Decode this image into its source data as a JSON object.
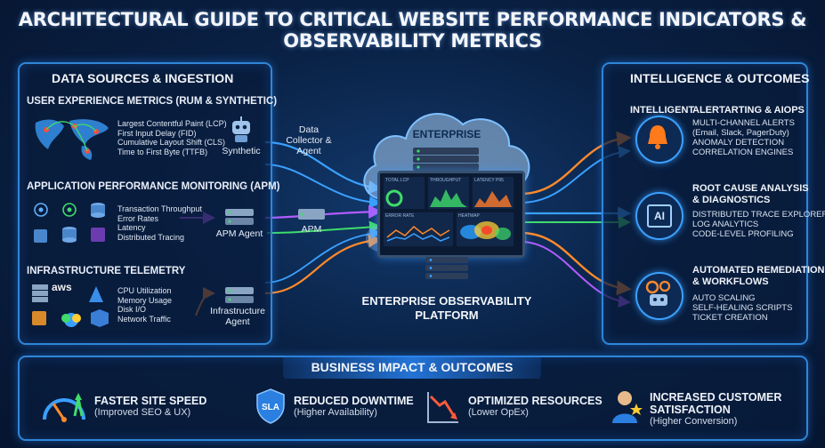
{
  "title": "ARCHITECTURAL GUIDE TO CRITICAL WEBSITE PERFORMANCE INDICATORS & OBSERVABILITY METRICS",
  "left_panel": {
    "title": "DATA SOURCES & INGESTION",
    "ux": {
      "title": "USER EXPERIENCE METRICS (RUM & SYNTHETIC)",
      "metrics": [
        "Largest Contentful Paint (LCP)",
        "First Input Delay (FID)",
        "Cumulative Layout Shift (CLS)",
        "Time to First Byte (TTFB)"
      ],
      "node_label": "Synthetic"
    },
    "apm": {
      "title": "APPLICATION PERFORMANCE MONITORING (APM)",
      "metrics": [
        "Transaction Throughput",
        "Error Rates",
        "Latency",
        "Distributed Tracing"
      ],
      "node_label": "APM Agent"
    },
    "infra": {
      "title": "INFRASTRUCTURE TELEMETRY",
      "logo_text": "aws",
      "metrics": [
        "CPU Utilization",
        "Memory Usage",
        "Disk I/O",
        "Network Traffic"
      ],
      "node_label": "Infrastructure Agent"
    }
  },
  "collector_label": "Data Collector & Agent",
  "apm_label": "APM",
  "center": {
    "cloud_label": "ENTERPRISE",
    "platform_label": "ENTERPRISE OBSERVABILITY PLATFORM",
    "dash_labels": [
      "TOTAL LCP",
      "THROUGHPUT",
      "LATENCY P95",
      "ERROR RATE",
      "HEATMAP"
    ]
  },
  "right_panel": {
    "title": "INTELLIGENCE & OUTCOMES",
    "alerting": {
      "title_a": "INTELLIGENT",
      "title_b": "ALERTARTING & AIOPS",
      "items": [
        "MULTI-CHANNEL ALERTS",
        "(Email, Slack, PagerDuty)",
        "ANOMALY DETECTION",
        "CORRELATION ENGINES"
      ]
    },
    "rca": {
      "title": [
        "ROOT CAUSE ANALYSIS",
        "& DIAGNOSTICS"
      ],
      "badge": "AI",
      "items": [
        "DISTRIBUTED TRACE EXPLORER",
        "LOG ANALYTICS",
        "CODE-LEVEL PROFILING"
      ]
    },
    "remediation": {
      "title": [
        "AUTOMATED REMEDIATION",
        "& WORKFLOWS"
      ],
      "items": [
        "AUTO SCALING",
        "SELF-HEALING SCRIPTS",
        "TICKET CREATION"
      ]
    }
  },
  "bottom": {
    "title": "BUSINESS IMPACT & OUTCOMES",
    "items": [
      {
        "head": "FASTER SITE SPEED",
        "sub": "(Improved SEO & UX)"
      },
      {
        "head": "REDUCED DOWNTIME",
        "sub": "(Higher Availability)",
        "badge": "SLA"
      },
      {
        "head": "OPTIMIZED RESOURCES",
        "sub": "(Lower OpEx)"
      },
      {
        "head": "INCREASED CUSTOMER SATISFACTION",
        "sub": "(Higher Conversion)"
      }
    ]
  },
  "colors": {
    "panel_border": "#2f86d8",
    "arrow_blue": "#3aa0ff",
    "arrow_purple": "#b25cff",
    "arrow_orange": "#ff8a2a",
    "arrow_green": "#3fdc6a",
    "alert_orange": "#ff7a1a"
  }
}
